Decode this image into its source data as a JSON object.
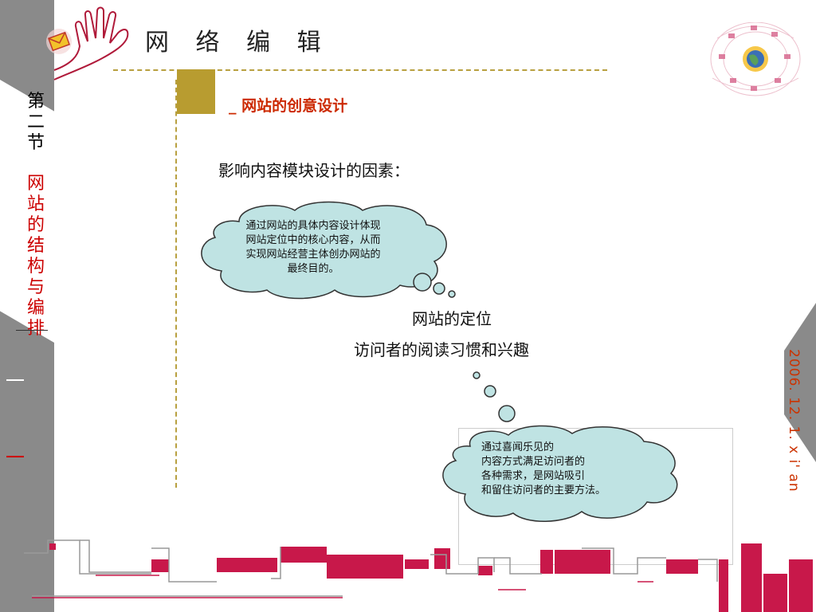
{
  "app_title": "网 络 编 辑",
  "section_label": [
    "第",
    "二",
    "节"
  ],
  "section_title": [
    "网",
    "站",
    "的",
    "结",
    "构",
    "与",
    "编",
    "排"
  ],
  "sub_title": "_ 网站的创意设计",
  "factors_heading": "影响内容模块设计的因素：",
  "cloud1_text": "通过网站的具体内容设计体现网站定位中的核心内容，从而实现网站经营主体创办网站的最终目的。",
  "cloud2_lines": [
    "通过喜闻乐见的",
    "内容方式满足访问者的",
    "各种需求，是网站吸引",
    "和留住访问者的主要方法。"
  ],
  "factors": [
    "网站的定位",
    "访问者的阅读习惯和兴趣"
  ],
  "date": "2006. 12. 1. x i' an",
  "colors": {
    "accent_red": "#cc0000",
    "gold": "#b89c30",
    "cloud_fill": "#bfe3e3",
    "crimson": "#c8184a",
    "gray_bar": "#8a8a8a"
  },
  "icons": [
    "hand-icon",
    "globe-icon",
    "envelope-icon"
  ]
}
